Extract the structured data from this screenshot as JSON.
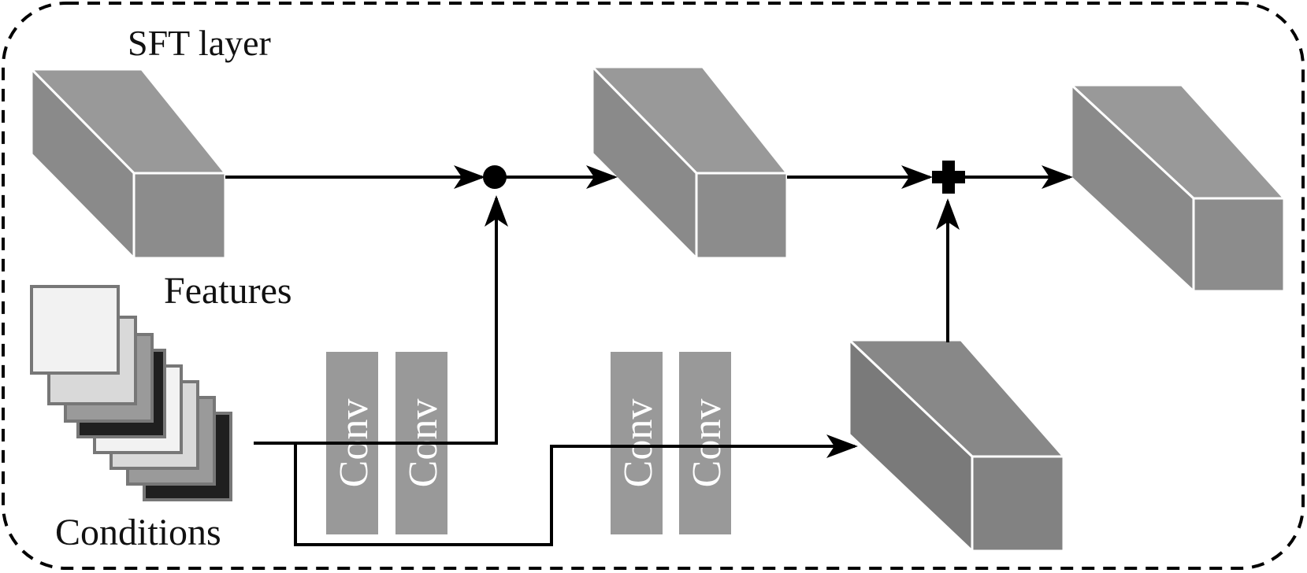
{
  "title": "SFT layer",
  "labels": {
    "features": "Features",
    "conditions": "Conditions"
  },
  "conv_blocks": [
    "Conv",
    "Conv",
    "Conv",
    "Conv"
  ],
  "operators": {
    "multiply": "elementwise-multiply-dot",
    "add": "elementwise-add-plus"
  },
  "colors": {
    "block_front": "#8c8c8c",
    "block_top": "#999999",
    "block_side": "#7f7f7f",
    "conv": "#999999",
    "line": "#000000",
    "frame": "#000000"
  }
}
